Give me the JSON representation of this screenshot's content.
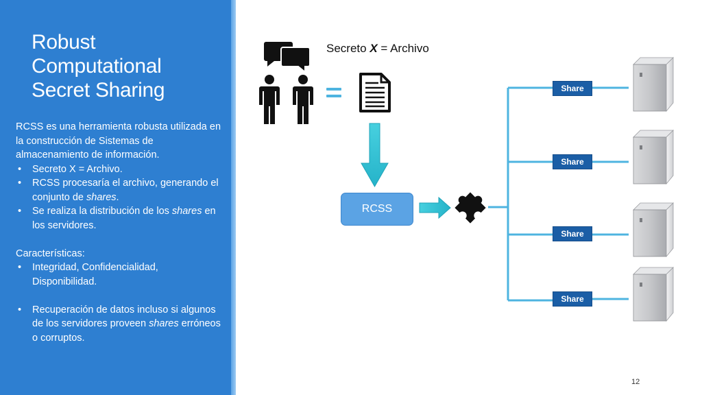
{
  "title": {
    "lines": [
      "Robust",
      "Computational",
      "Secret Sharing"
    ]
  },
  "body": {
    "intro": "RCSS es una herramienta robusta utilizada en la construcción de Sistemas de almacenamiento de información.",
    "bullets1": {
      "b1": "Secreto X  = Archivo.",
      "b2_pre": "RCSS procesaría el archivo, generando el conjunto de ",
      "b2_em": "shares",
      "b2_post": ".",
      "b3_pre": "Se realiza la distribución de los ",
      "b3_em": "shares",
      "b3_post": " en los servidores."
    },
    "features_heading": "Características:",
    "bullets2": {
      "b1": "Integridad, Confidencialidad, Disponibilidad.",
      "b2_pre": "Recuperación de datos incluso si algunos de los servidores proveen ",
      "b2_em": "shares",
      "b2_post": " erróneos o corruptos."
    }
  },
  "diagram": {
    "secret_label_pre": "Secreto ",
    "secret_label_var": "X",
    "secret_label_post": " = Archivo",
    "rcss_label": "RCSS",
    "shares": [
      "Share",
      "Share",
      "Share",
      "Share"
    ],
    "icons": {
      "people": "two-people-talking-icon",
      "equals": "equals-icon",
      "document": "document-icon",
      "down_arrow": "arrow-down-icon",
      "right_arrow": "arrow-right-icon",
      "puzzle": "puzzle-piece-icon",
      "server": "server-icon"
    },
    "colors": {
      "panel": "#2e7fd1",
      "share_box": "#1b5ea6",
      "rcss_box": "#5ba3e4",
      "connector": "#4eb4e0",
      "arrow": "#3cc6d9"
    }
  },
  "page_number": "12"
}
